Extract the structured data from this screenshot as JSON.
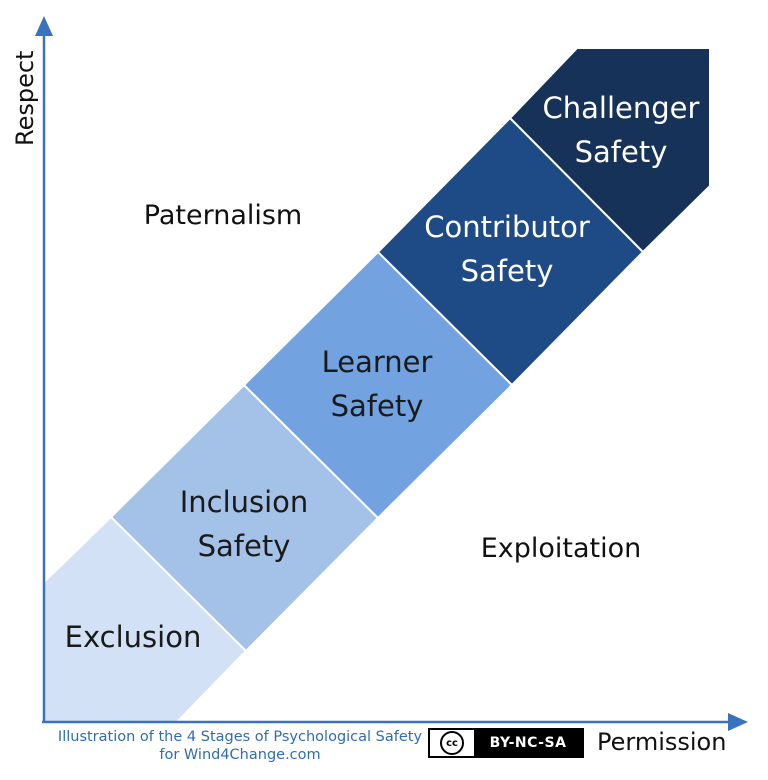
{
  "axes": {
    "y_label": "Respect",
    "x_label": "Permission",
    "color": "#3a73bd"
  },
  "stages": [
    {
      "lines": [
        "Exclusion"
      ],
      "color": "#d2e1f5",
      "text": "light"
    },
    {
      "lines": [
        "Inclusion",
        "Safety"
      ],
      "color": "#a4c1e8",
      "text": "light"
    },
    {
      "lines": [
        "Learner",
        "Safety"
      ],
      "color": "#72a3e0",
      "text": "light"
    },
    {
      "lines": [
        "Contributor",
        "Safety"
      ],
      "color": "#1e4a86",
      "text": "dark"
    },
    {
      "lines": [
        "Challenger",
        "Safety"
      ],
      "color": "#173258",
      "text": "dark"
    }
  ],
  "regions": {
    "upper_left": "Paternalism",
    "lower_right": "Exploitation"
  },
  "caption": {
    "line1": "Illustration of the 4 Stages of Psychological Safety",
    "line2": "for Wind4Change.com"
  },
  "license": {
    "icon": "creative-commons-icon",
    "icon_text": "cc",
    "text": "BY-NC-SA"
  }
}
